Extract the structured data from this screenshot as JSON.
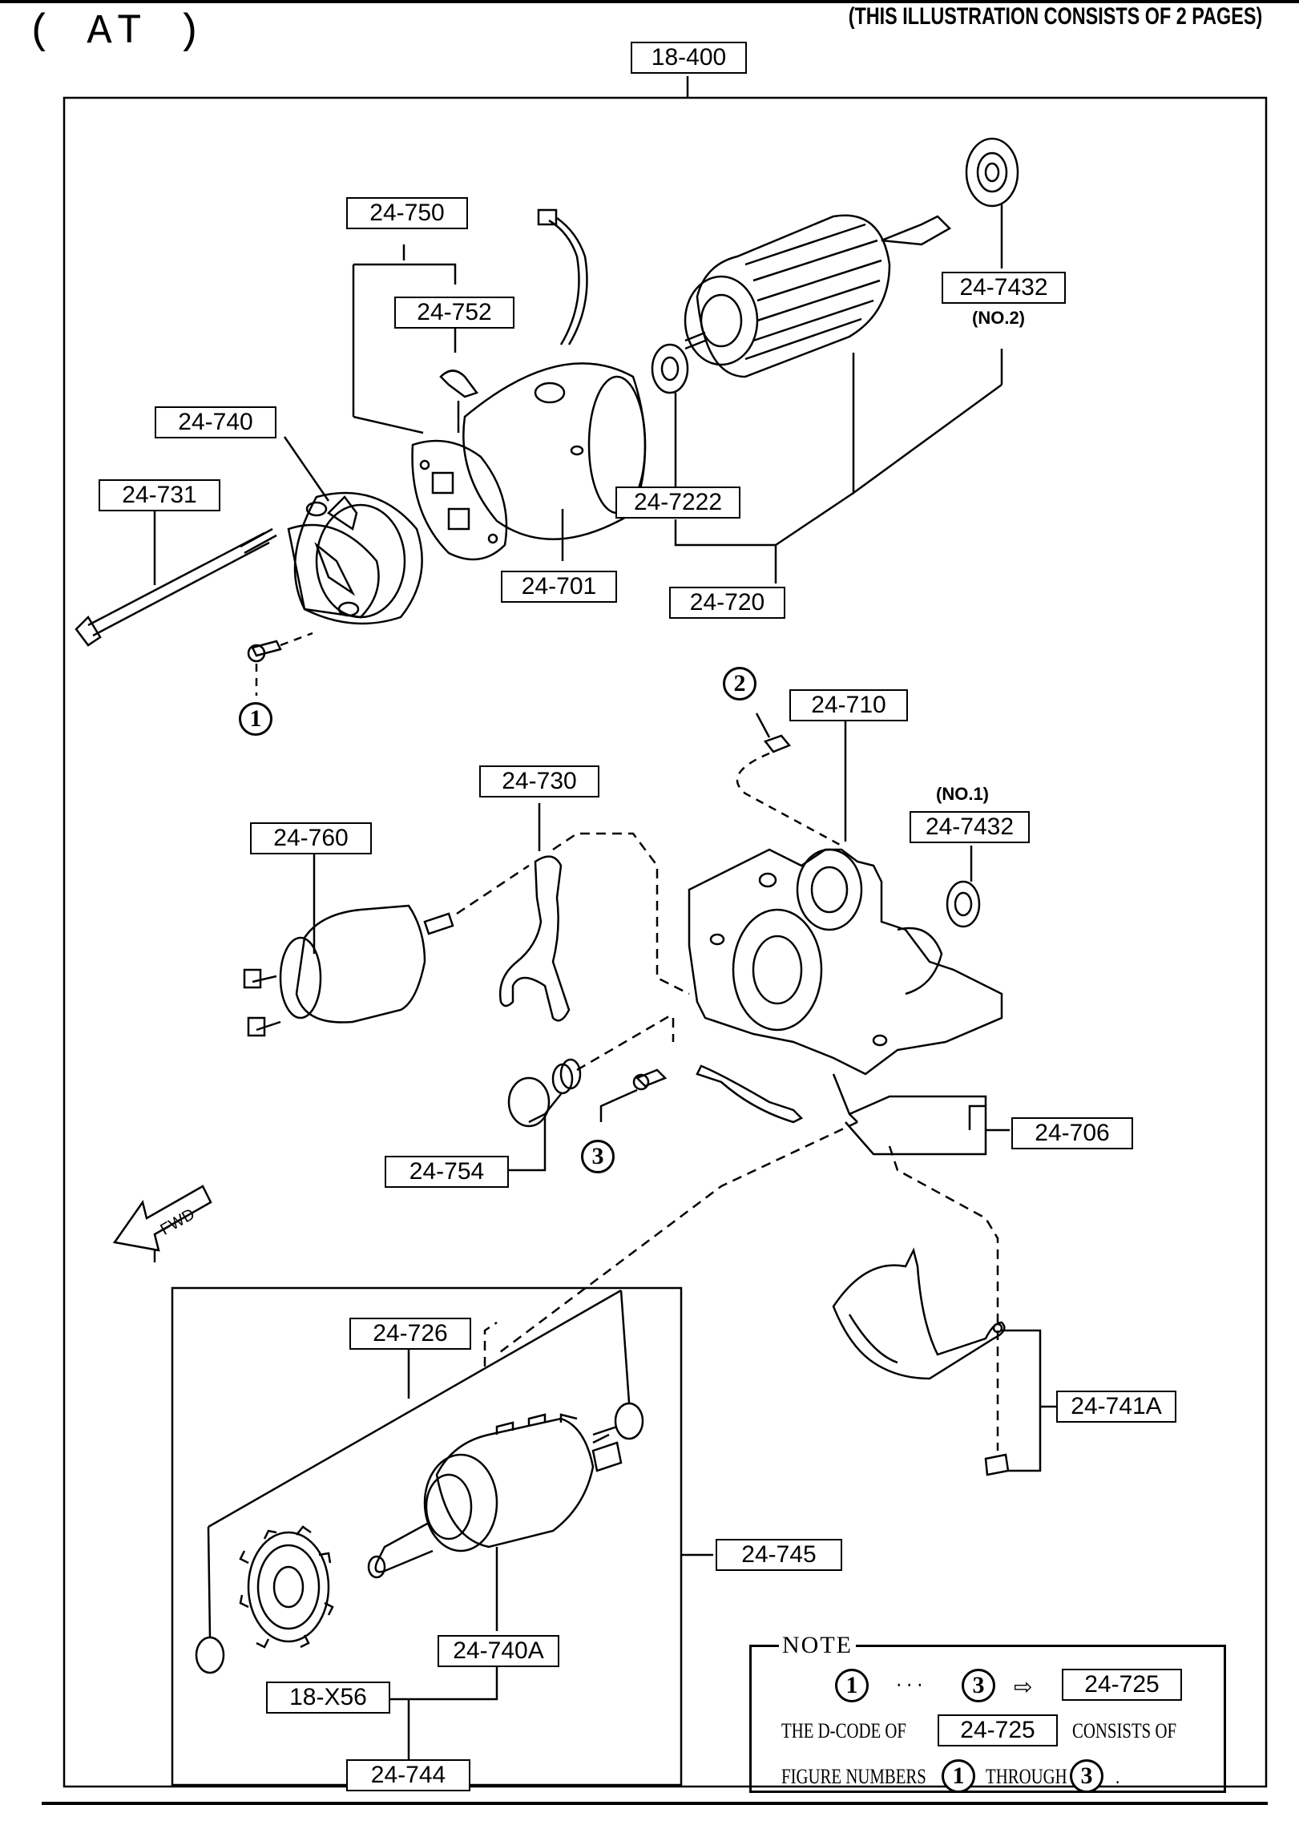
{
  "header": {
    "variant": "( AT )",
    "pages_note": "(THIS ILLUSTRATION CONSISTS OF  2 PAGES)"
  },
  "group_code": "18-400",
  "labels": {
    "l24750": "24-750",
    "l24752": "24-752",
    "l24740": "24-740",
    "l24731": "24-731",
    "l24701": "24-701",
    "l24720": "24-720",
    "l247222": "24-7222",
    "l247432a": "24-7432",
    "l247432a_sub": "(NO.2)",
    "l24710": "24-710",
    "l247432b": "24-7432",
    "l247432b_sub": "(NO.1)",
    "l24730": "24-730",
    "l24760": "24-760",
    "l24706": "24-706",
    "l24754": "24-754",
    "l24726": "24-726",
    "l24741A": "24-741A",
    "l24745": "24-745",
    "l24740A": "24-740A",
    "l18X56": "18-X56",
    "l24744": "24-744"
  },
  "callouts": {
    "c1": "1",
    "c2": "2",
    "c3": "3"
  },
  "fwd_label": "FWD",
  "note": {
    "title": "NOTE",
    "range_from": "1",
    "range_dots": "· · ·",
    "range_to": "3",
    "arrow": "⇨",
    "code": "24-725",
    "line2_prefix": "THE D-CODE OF",
    "line2_code": "24-725",
    "line2_suffix": "CONSISTS OF",
    "line3_prefix": "FIGURE NUMBERS",
    "line3_from": "1",
    "line3_mid": "THROUGH",
    "line3_to": "3",
    "line3_end": "."
  }
}
